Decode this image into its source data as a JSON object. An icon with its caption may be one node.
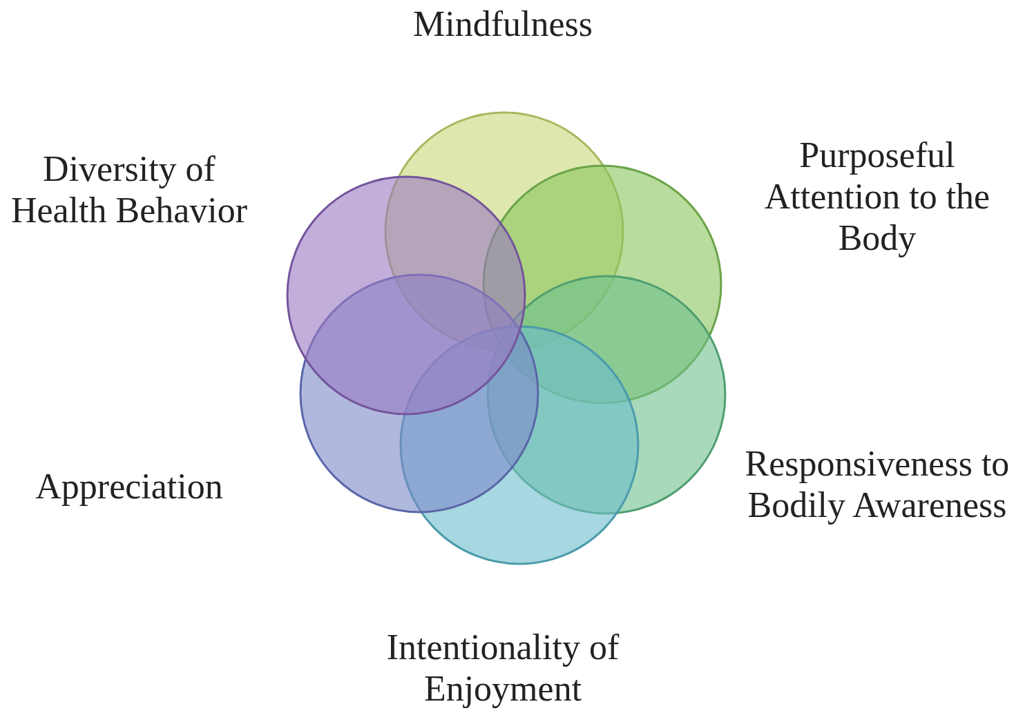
{
  "diagram": {
    "nodes": [
      {
        "text": [],
        "shape": "circle",
        "beside": [
          "Mindfulness"
        ]
      },
      {
        "text": [],
        "shape": "circle",
        "beside": [
          "Purposeful Attention to the Body"
        ]
      },
      {
        "text": [],
        "shape": "circle",
        "beside": [
          "Responsiveness to Bodily Awareness"
        ]
      },
      {
        "text": [],
        "shape": "circle",
        "beside": [
          "Intentionality of Enjoyment"
        ]
      },
      {
        "text": [],
        "shape": "circle",
        "beside": [
          "Appreciation"
        ]
      },
      {
        "text": [],
        "shape": "circle",
        "beside": [
          "Diversity of Health Behavior"
        ]
      }
    ]
  }
}
